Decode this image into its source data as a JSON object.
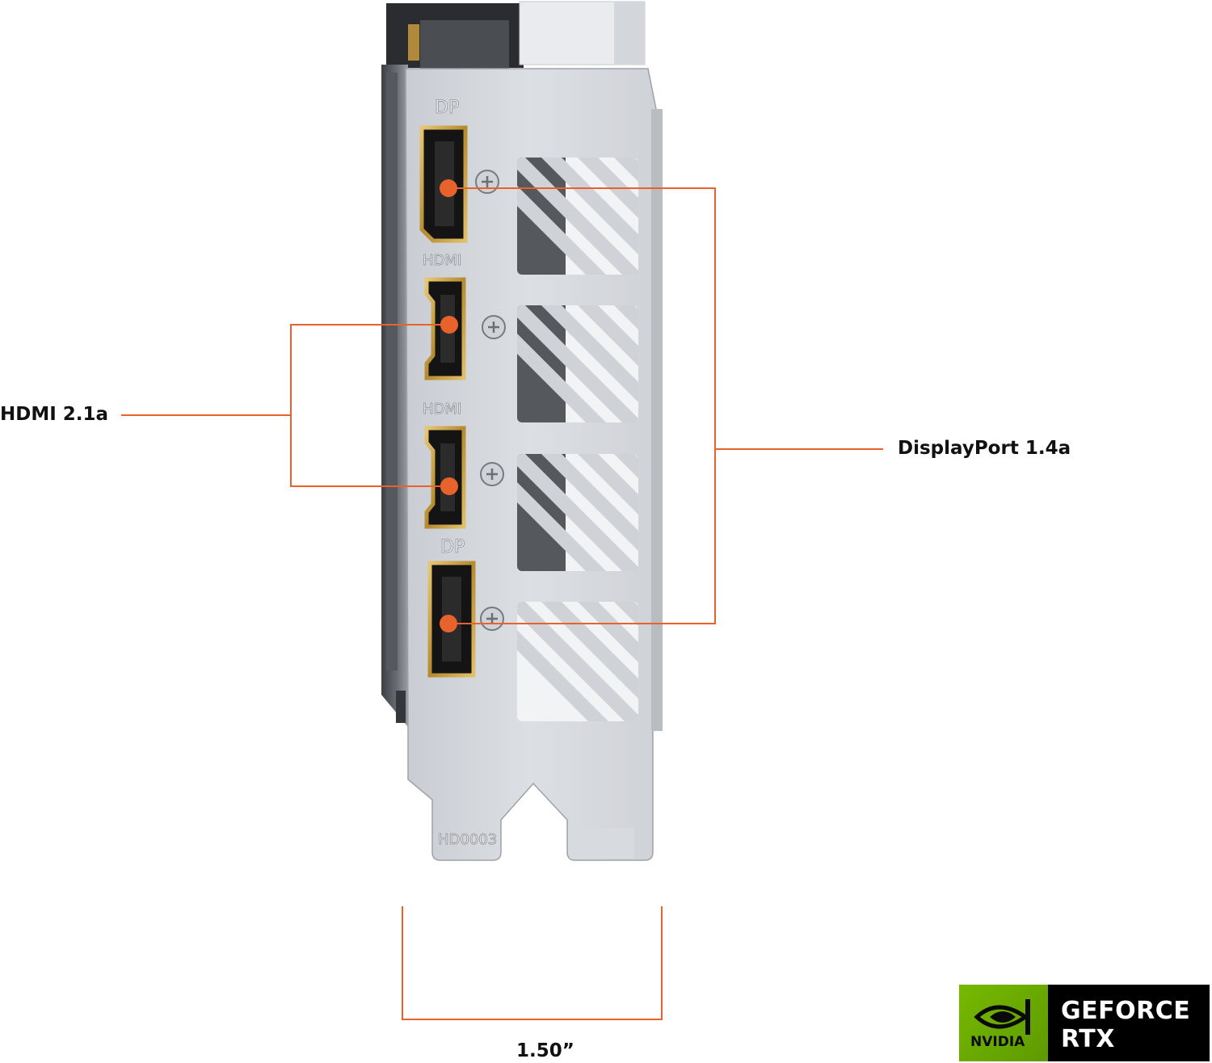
{
  "callouts": {
    "hdmi": "HDMI 2.1a",
    "displayport": "DisplayPort 1.4a",
    "width": "1.50”"
  },
  "bracket_labels": {
    "dp_top": "DP",
    "hdmi_1": "HDMI",
    "hdmi_2": "HDMI",
    "dp_bottom": "DP",
    "part_code": "HD0003"
  },
  "badge": {
    "brand": "NVIDIA",
    "line1": "GEFORCE",
    "line2": "RTX"
  },
  "colors": {
    "accent": "#e8622b",
    "bracket": "#d6d9de",
    "port_gold": "#c9a44a",
    "nvidia_green": "#76b900"
  },
  "icons": [
    "nvidia-eye-icon",
    "screw-icon"
  ]
}
